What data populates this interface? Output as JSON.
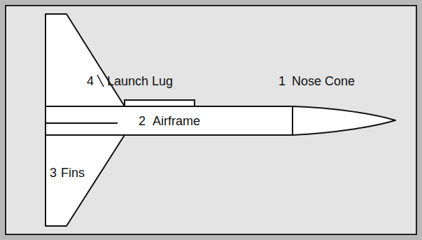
{
  "diagram": {
    "labels": [
      "1",
      "Nose Cone",
      "2",
      "Airframe",
      "3",
      "Fins",
      "4",
      "Launch Lug"
    ]
  }
}
